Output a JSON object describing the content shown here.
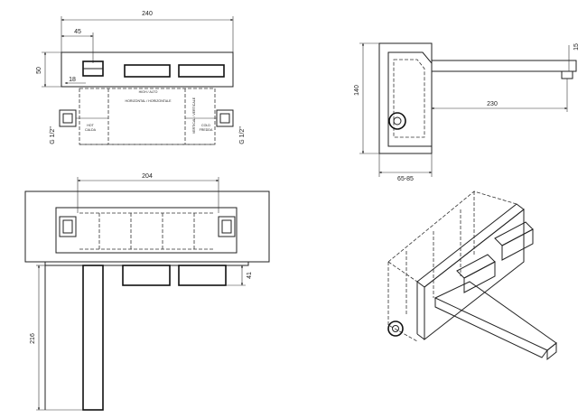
{
  "dimensions": {
    "overall_width": "240",
    "outlet_offset": "45",
    "plate_height": "50",
    "small_offset": "18",
    "inlet_left": "G 1/2\"",
    "inlet_right": "G 1/2\"",
    "spout_thickness": "15",
    "wall_height": "140",
    "spout_reach": "230",
    "wall_depth": "65-85",
    "valve_span": "204",
    "spout_drop": "41",
    "spout_length": "216"
  },
  "labels": {
    "upper": "HIGH / ALTO",
    "horizontal": "HORIZONTAL / HORIZONTALE",
    "hot_1": "HOT",
    "hot_2": "CALDA",
    "cold_1": "COLD",
    "cold_2": "FREDDA",
    "vertical_1": "VERTICAL / VERTICALE"
  }
}
